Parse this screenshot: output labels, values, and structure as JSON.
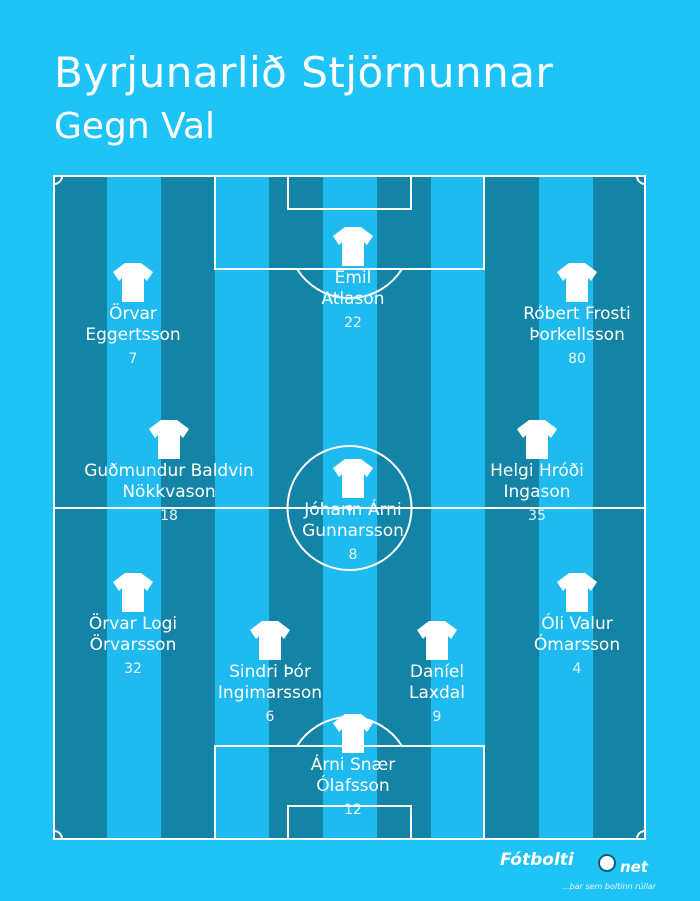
{
  "header": {
    "title": "Byrjunarlið Stjörnunnar",
    "subtitle": "Gegn Val"
  },
  "players": [
    {
      "name": "Emil\nAtlason",
      "number": "22"
    },
    {
      "name": "Örvar\nEggertsson",
      "number": "7"
    },
    {
      "name": "Róbert Frosti\nÞorkellsson",
      "number": "80"
    },
    {
      "name": "Guðmundur Baldvin\nNökkvason",
      "number": "18"
    },
    {
      "name": "Helgi Hróði\nIngason",
      "number": "35"
    },
    {
      "name": "Jóhann Árni\nGunnarsson",
      "number": "8"
    },
    {
      "name": "Örvar Logi\nÖrvarsson",
      "number": "32"
    },
    {
      "name": "Óli Valur\nÓmarsson",
      "number": "4"
    },
    {
      "name": "Sindri Þór\nIngimarsson",
      "number": "6"
    },
    {
      "name": "Daníel\nLaxdal",
      "number": "9"
    },
    {
      "name": "Árni Snær\nÓlafsson",
      "number": "12"
    }
  ],
  "logo": {
    "brand": "Fótbolti",
    "brand_suffix": "net",
    "tagline": "...þar sem boltinn rúllar"
  },
  "colors": {
    "background": "#1ec3f7",
    "stripe_dark": "#1384a6",
    "stripe_light": "#1fbaf0",
    "lines": "#ffffff"
  }
}
